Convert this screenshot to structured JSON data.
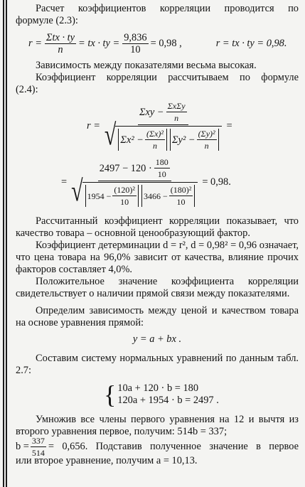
{
  "lines": {
    "l1": "Расчет коэффициентов корреляции проводится по",
    "l2": "формуле (2.3):",
    "f23_r": "r =",
    "f23_num": "Σtx · ty",
    "f23_den": "n",
    "f23_mid": "= tx · ty =",
    "f23_fnum": "9,836",
    "f23_fden": "10",
    "f23_val": "= 0,98 ,",
    "f23_right": "r = tx · ty = 0,98.",
    "l3": "Зависимость между показателями весьма высокая.",
    "l4": "Коэффициент корреляции рассчитываем по формуле",
    "l5": "(2.4):",
    "f24_r": "r =",
    "f24_num_a": "Σxy −",
    "f24_num_fnum": "ΣxΣy",
    "f24_num_fden": "n",
    "f24_b1": "Σx² −",
    "f24_b1_fnum": "(Σx)²",
    "f24_b1_fden": "n",
    "f24_b2": "Σy² −",
    "f24_b2_fnum": "(Σy)²",
    "f24_b2_fden": "n",
    "f24_eq": "=",
    "f24b_eq": "=",
    "f24b_num_a": "2497 − 120 ·",
    "f24b_num_fnum": "180",
    "f24b_num_fden": "10",
    "f24b_c1": "1954 −",
    "f24b_c1_fnum": "(120)²",
    "f24b_c1_fden": "10",
    "f24b_c2": "3466 −",
    "f24b_c2_fnum": "(180)²",
    "f24b_c2_fden": "10",
    "f24b_val": "= 0,98.",
    "p1": "Рассчитанный коэффициент корреляции показывает, что качество товара – основной ценообразующий фактор.",
    "p2": "Коэффициент детерминации d = r², d = 0,98² = 0,96 означает, что цена товара на 96,0% зависит от качества, влияние прочих факторов составляет 4,0%.",
    "p3": "Положительное значение коэффициента корреляции свидетельствует о наличии прямой связи между показателями.",
    "p4": "Определим зависимость между ценой и качеством товара на основе уравнения прямой:",
    "eq_line": "y = a + bx .",
    "p5": "Составим систему нормальных уравнений по данным табл. 2.7:",
    "sys1": "10a + 120 · b = 180",
    "sys2": "120a + 1954 · b = 2497 .",
    "p6a": "Умножив все члены первого уравнения на 12 и вычтя из второго уравнения первое, получим: 514b = 337;",
    "p6_b": "b =",
    "p6_fnum": "337",
    "p6_fden": "514",
    "p6_rest": "= 0,656. Подставив полученное значение в первое",
    "p6c": "или второе уравнение, получим a = 10,13."
  }
}
